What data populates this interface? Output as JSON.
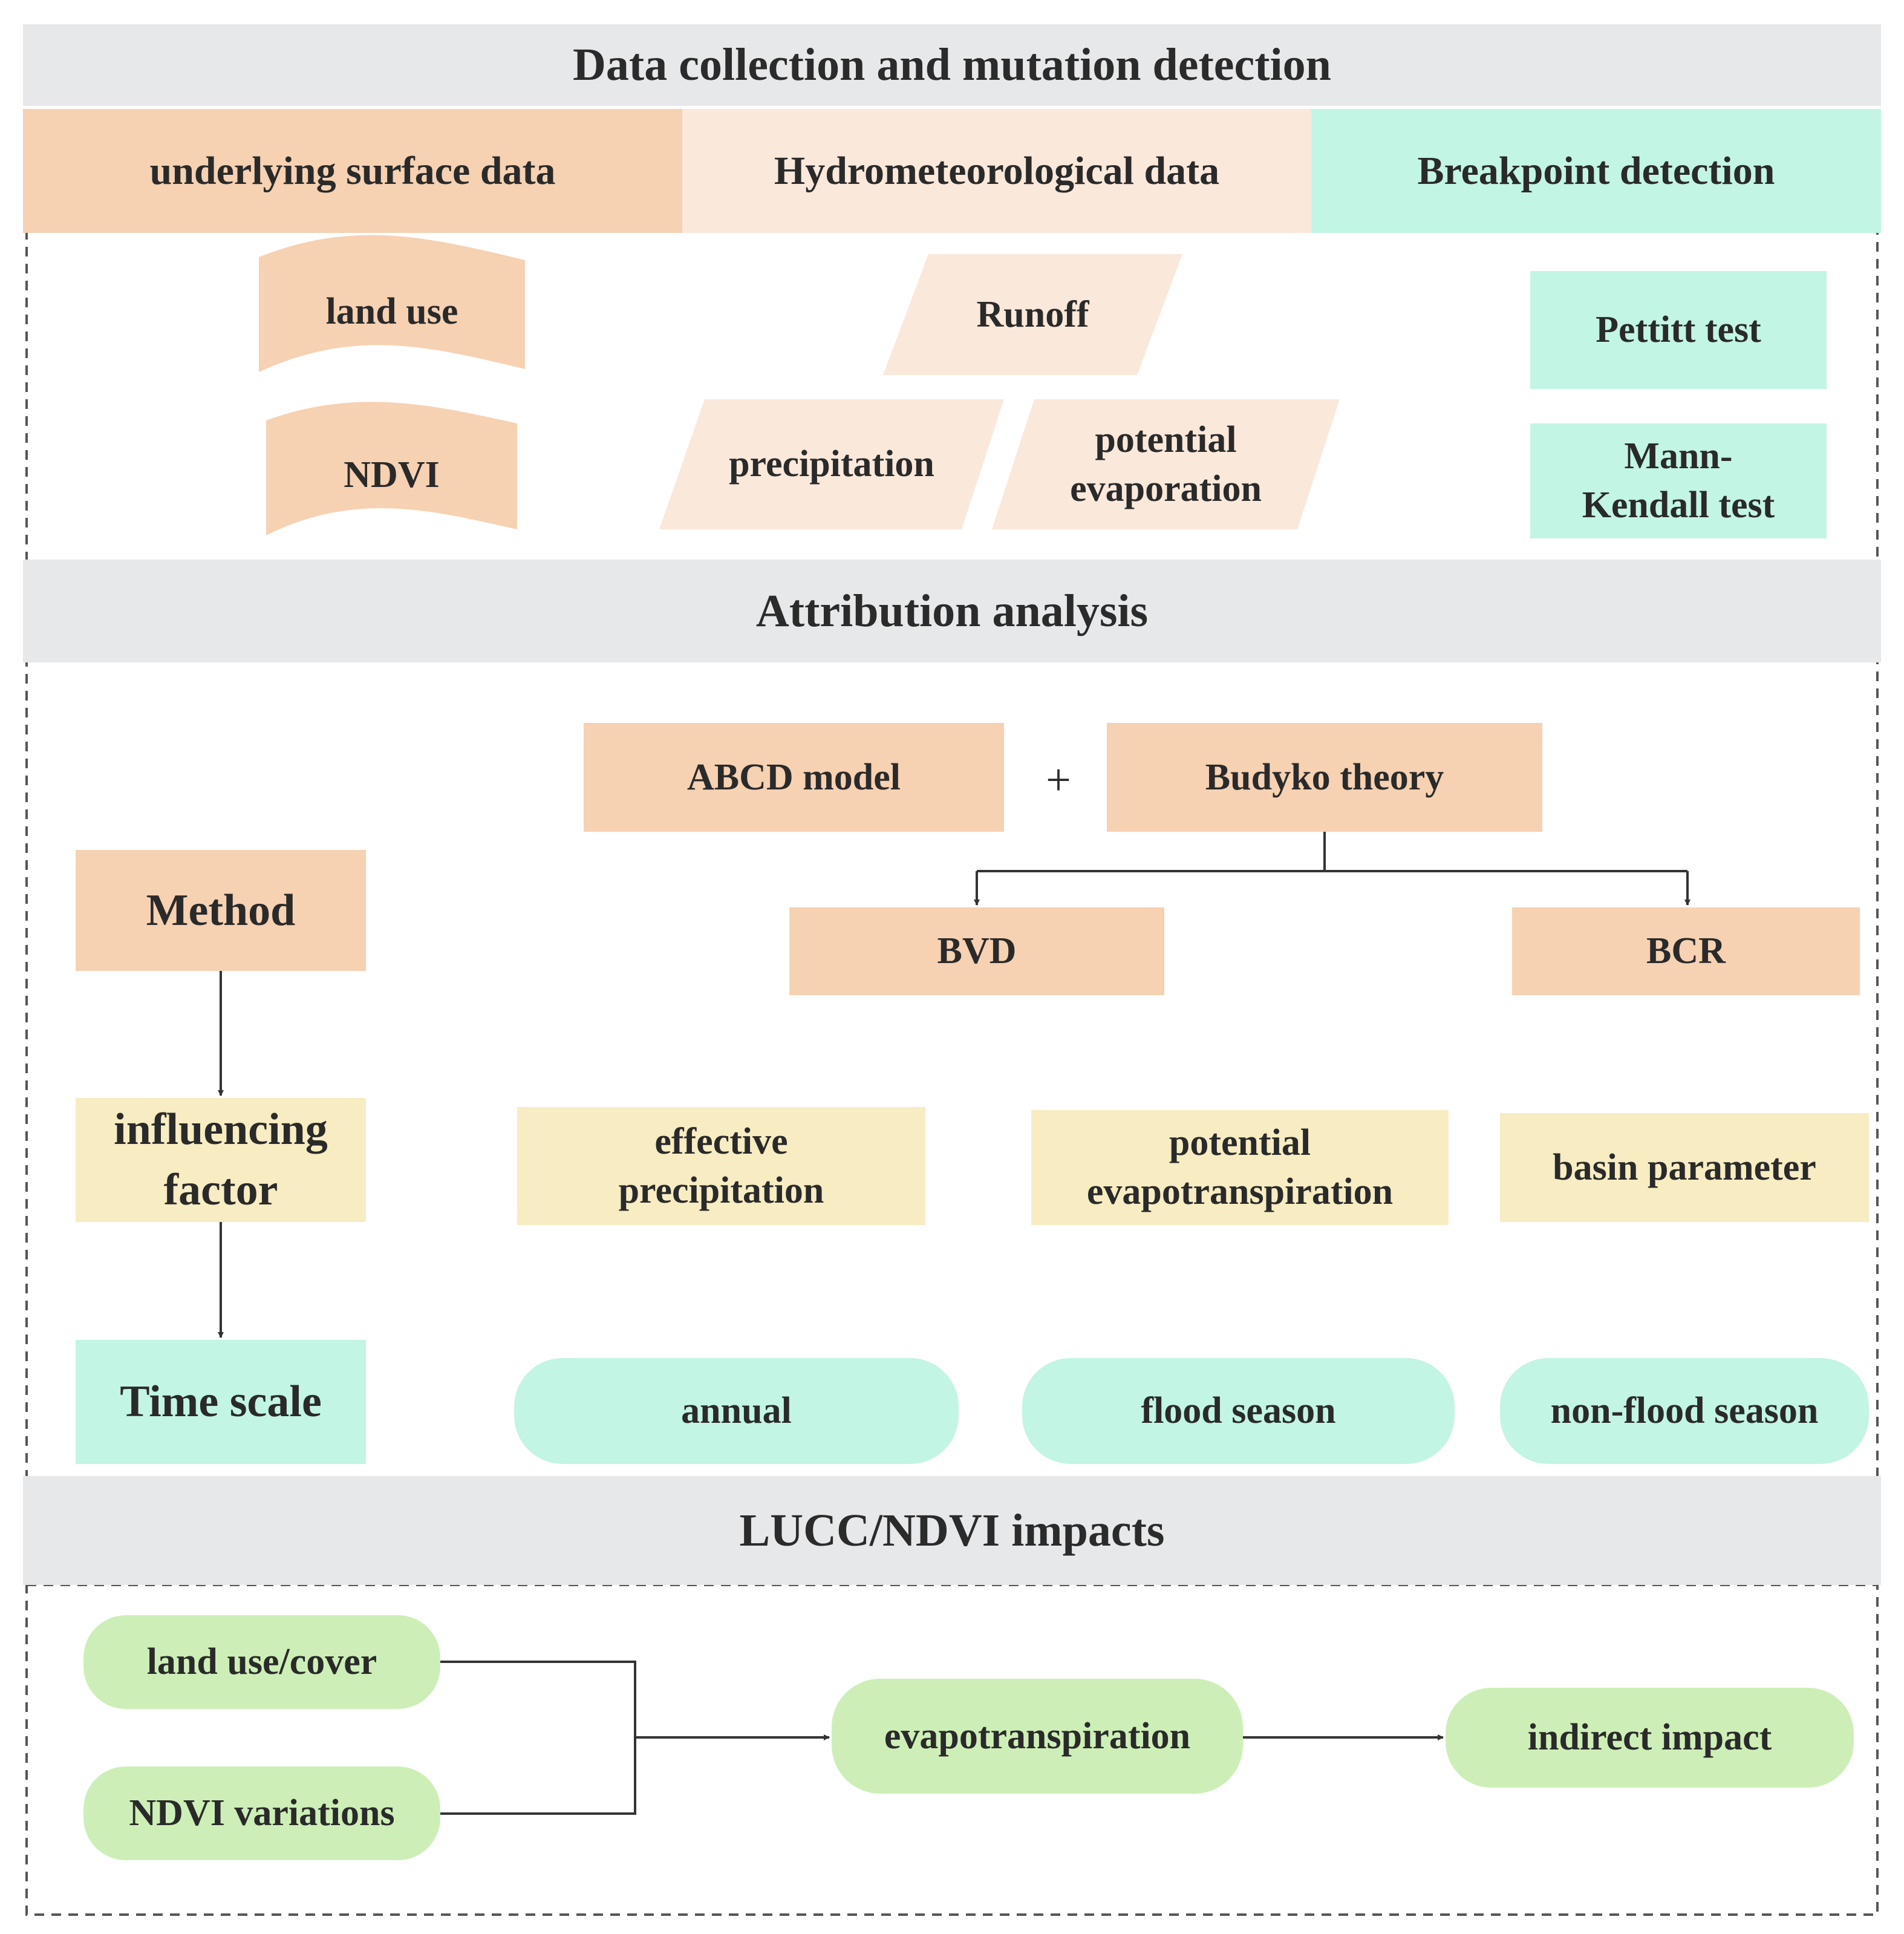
{
  "section1": {
    "header": "Data collection and mutation detection",
    "col_underlying": "underlying surface data",
    "col_hydro": "Hydrometeorological data",
    "col_breakpoint": "Breakpoint detection",
    "land_use": "land use",
    "ndvi": "NDVI",
    "runoff": "Runoff",
    "precipitation": "precipitation",
    "potential_evaporation_l1": "potential",
    "potential_evaporation_l2": "evaporation",
    "pettitt": "Pettitt test",
    "mk_l1": "Mann-",
    "mk_l2": "Kendall test"
  },
  "section2": {
    "header": "Attribution analysis",
    "abcd": "ABCD model",
    "plus": "+",
    "budyko": "Budyko theory",
    "bvd": "BVD",
    "bcr": "BCR",
    "method": "Method",
    "influencing_l1": "influencing",
    "influencing_l2": "factor",
    "time_scale": "Time scale",
    "eff_precip_l1": "effective",
    "eff_precip_l2": "precipitation",
    "pet_l1": "potential",
    "pet_l2": "evapotranspiration",
    "basin_parameter": "basin parameter",
    "annual": "annual",
    "flood_season": "flood season",
    "non_flood_season": "non-flood season"
  },
  "section3": {
    "header": "LUCC/NDVI impacts",
    "land_use_cover": "land use/cover",
    "ndvi_variations": "NDVI variations",
    "evapotranspiration": "evapotranspiration",
    "indirect_impact": "indirect impact"
  },
  "colors": {
    "header_bg": "#e6e8ea",
    "orange": "#f6d1b2",
    "light_orange": "#fae8da",
    "teal": "#c2f5e3",
    "yellow": "#f7ecc2",
    "green": "#cdefb7",
    "line": "#333333"
  }
}
